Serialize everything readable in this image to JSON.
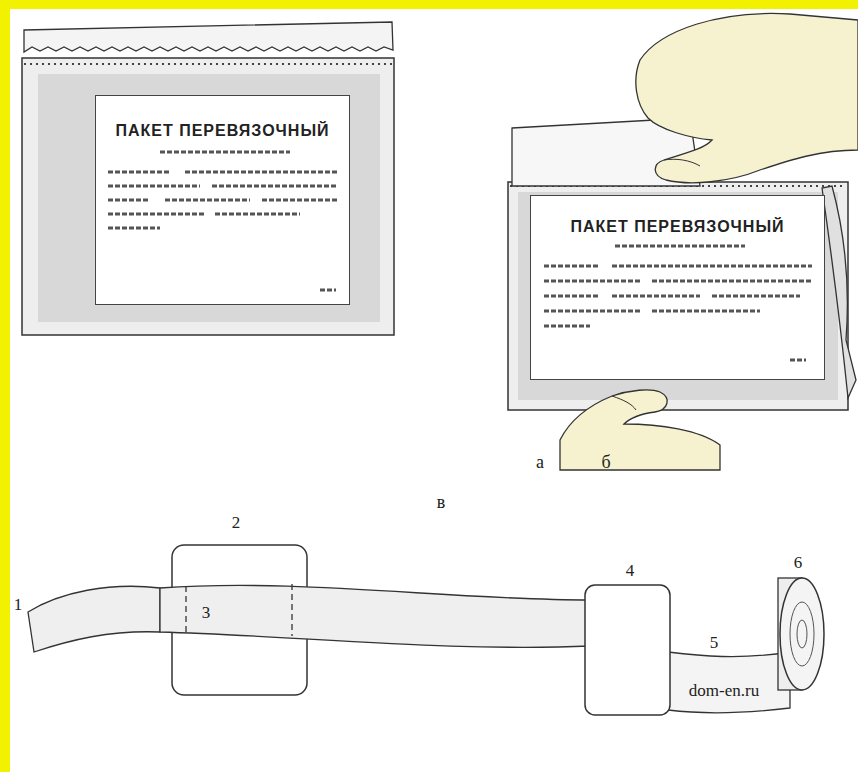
{
  "diagram": {
    "nodes": [
      {
        "text": [
          "ПАКЕТ ПЕРЕВЯЗОЧНЫЙ"
        ]
      },
      {
        "text": [
          "ПАКЕТ ПЕРЕВЯЗОЧНЫЙ"
        ]
      }
    ],
    "labels": [
      "а",
      "б",
      "в",
      "1",
      "2",
      "3",
      "4",
      "5",
      "6",
      "dom-en.ru"
    ]
  }
}
